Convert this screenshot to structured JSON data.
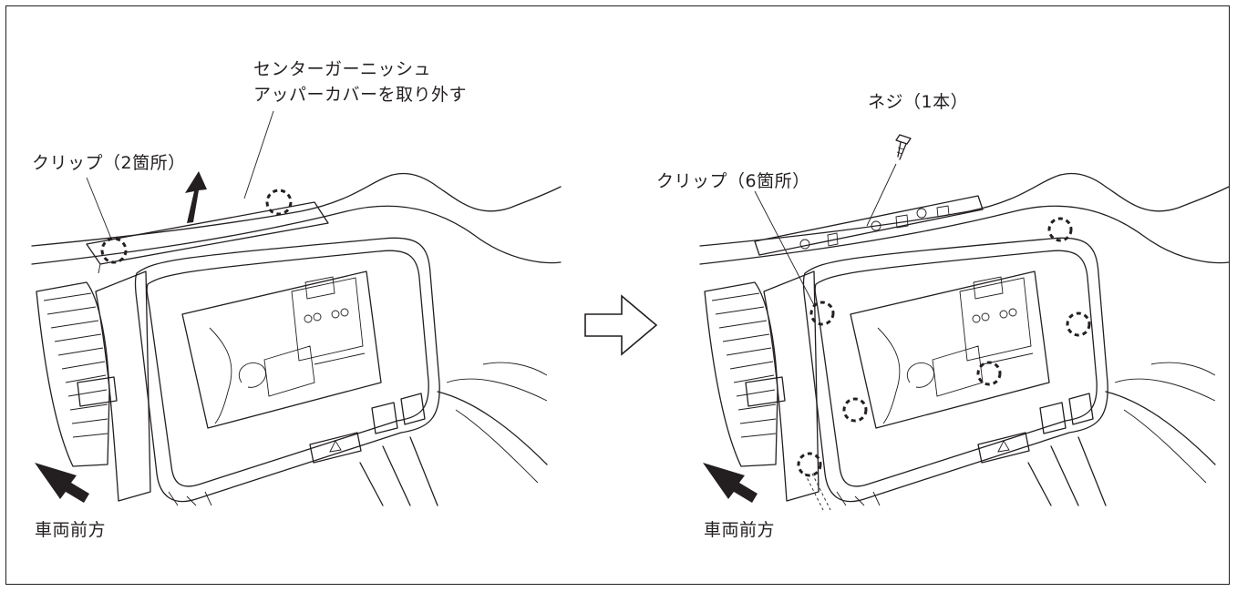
{
  "left_panel": {
    "callout_cover": [
      "センターガーニッシュ",
      "アッパーカバーを取り外す"
    ],
    "callout_clips": "クリップ（2箇所）",
    "front_label": "車両前方"
  },
  "right_panel": {
    "callout_screw": "ネジ（1本）",
    "callout_clips": "クリップ（6箇所）",
    "front_label": "車両前方"
  },
  "step_arrow_icon": "hollow-right-arrow",
  "colors": {
    "line": "#231f20",
    "background": "#ffffff"
  }
}
